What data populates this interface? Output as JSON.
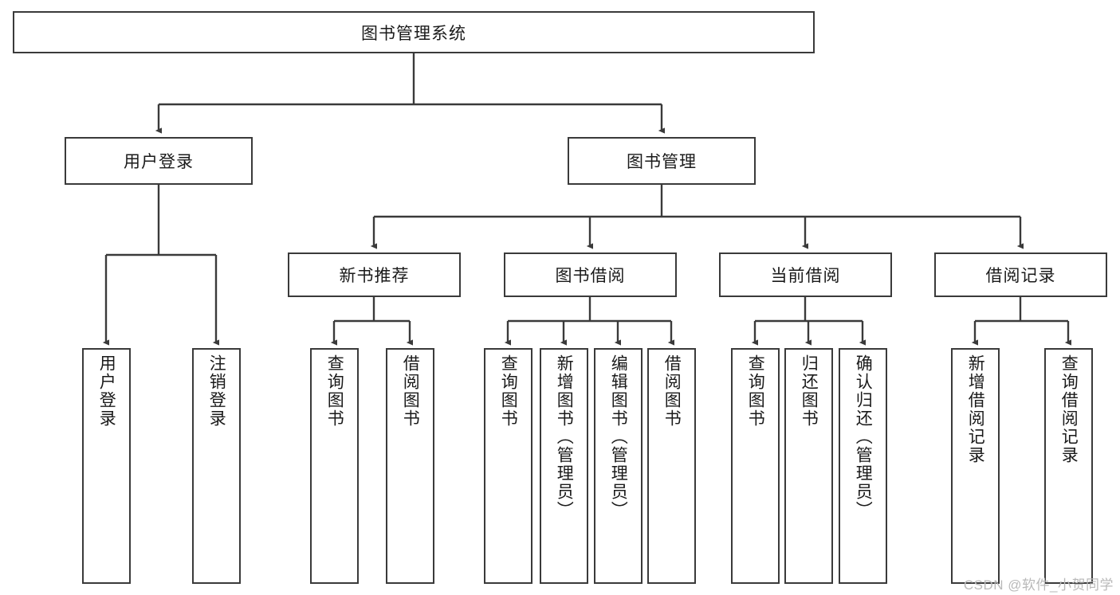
{
  "diagram": {
    "type": "hierarchy-tree",
    "title": "图书管理系统",
    "orientation": "top-down",
    "colors": {
      "box_border": "#3a3a3a",
      "box_fill": "#ffffff",
      "connector": "#3a3a3a",
      "text": "#1a1a1a",
      "watermark": "#b9b9b9"
    },
    "levels": [
      {
        "level": 0,
        "nodes": [
          {
            "id": "root",
            "label": "图书管理系统",
            "orientation": "horizontal"
          }
        ]
      },
      {
        "level": 1,
        "nodes": [
          {
            "id": "login",
            "label": "用户登录",
            "orientation": "horizontal"
          },
          {
            "id": "bookmgmt",
            "label": "图书管理",
            "orientation": "horizontal"
          }
        ]
      },
      {
        "level": 2,
        "nodes": [
          {
            "id": "newbook",
            "label": "新书推荐",
            "orientation": "horizontal"
          },
          {
            "id": "borrow",
            "label": "图书借阅",
            "orientation": "horizontal"
          },
          {
            "id": "current",
            "label": "当前借阅",
            "orientation": "horizontal"
          },
          {
            "id": "records",
            "label": "借阅记录",
            "orientation": "horizontal"
          }
        ]
      },
      {
        "level": 3,
        "nodes": [
          {
            "id": "leaf1",
            "label": "用户登录",
            "orientation": "vertical",
            "parent": "login"
          },
          {
            "id": "leaf2",
            "label": "注销登录",
            "orientation": "vertical",
            "parent": "login"
          },
          {
            "id": "leaf3",
            "label": "查询图书",
            "orientation": "vertical",
            "parent": "newbook"
          },
          {
            "id": "leaf4",
            "label": "借阅图书",
            "orientation": "vertical",
            "parent": "newbook"
          },
          {
            "id": "leaf5",
            "label": "查询图书",
            "orientation": "vertical",
            "parent": "borrow"
          },
          {
            "id": "leaf6",
            "label": "新增图书（管理员）",
            "orientation": "vertical",
            "parent": "borrow"
          },
          {
            "id": "leaf7",
            "label": "编辑图书（管理员）",
            "orientation": "vertical",
            "parent": "borrow"
          },
          {
            "id": "leaf8",
            "label": "借阅图书",
            "orientation": "vertical",
            "parent": "borrow"
          },
          {
            "id": "leaf9",
            "label": "查询图书",
            "orientation": "vertical",
            "parent": "current"
          },
          {
            "id": "leaf10",
            "label": "归还图书",
            "orientation": "vertical",
            "parent": "current"
          },
          {
            "id": "leaf11",
            "label": "确认归还（管理员）",
            "orientation": "vertical",
            "parent": "current"
          },
          {
            "id": "leaf12",
            "label": "新增借阅记录",
            "orientation": "vertical",
            "parent": "records"
          },
          {
            "id": "leaf13",
            "label": "查询借阅记录",
            "orientation": "vertical",
            "parent": "records"
          }
        ]
      }
    ]
  },
  "watermark": {
    "text": "CSDN @软件_小贺同学"
  }
}
